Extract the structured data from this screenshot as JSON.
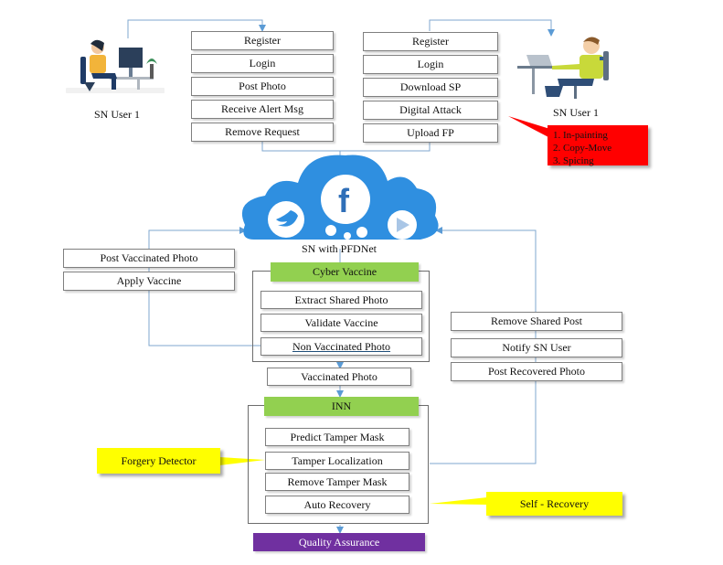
{
  "left_user": {
    "label": "SN User 1"
  },
  "right_user": {
    "label": "SN User 1"
  },
  "left_actions": [
    "Register",
    "Login",
    "Post Photo",
    "Receive Alert Msg",
    "Remove Request"
  ],
  "right_actions": [
    "Register",
    "Login",
    "Download SP",
    "Digital Attack",
    "Upload FP"
  ],
  "attacks": [
    "1. In-painting",
    "2. Copy-Move",
    "3. Spicing"
  ],
  "cloud": {
    "label": "SN with PFDNet",
    "icons": [
      "facebook-icon",
      "twitter-icon",
      "play-icon"
    ]
  },
  "vaccine_outputs": [
    "Post Vaccinated Photo",
    "Apply Vaccine"
  ],
  "cyber_vaccine": {
    "title": "Cyber Vaccine",
    "steps": [
      "Extract Shared Photo",
      "Validate Vaccine",
      "Non Vaccinated Photo"
    ]
  },
  "vaccinated_photo": "Vaccinated Photo",
  "recovery_actions": [
    "Remove Shared Post",
    "Notify SN User",
    "Post Recovered Photo"
  ],
  "inn": {
    "title": "INN",
    "steps": [
      "Predict Tamper Mask",
      "Tamper Localization",
      "Remove Tamper Mask",
      "Auto Recovery"
    ]
  },
  "callouts": {
    "forgery_detector": "Forgery Detector",
    "self_recovery": "Self - Recovery"
  },
  "quality_assurance": "Quality Assurance",
  "colors": {
    "green": "#92d050",
    "purple": "#7030a0",
    "yellow": "#ffff00",
    "red": "#ff0000",
    "connector": "#5b9bd5",
    "cloud": "#2f8fe0"
  }
}
